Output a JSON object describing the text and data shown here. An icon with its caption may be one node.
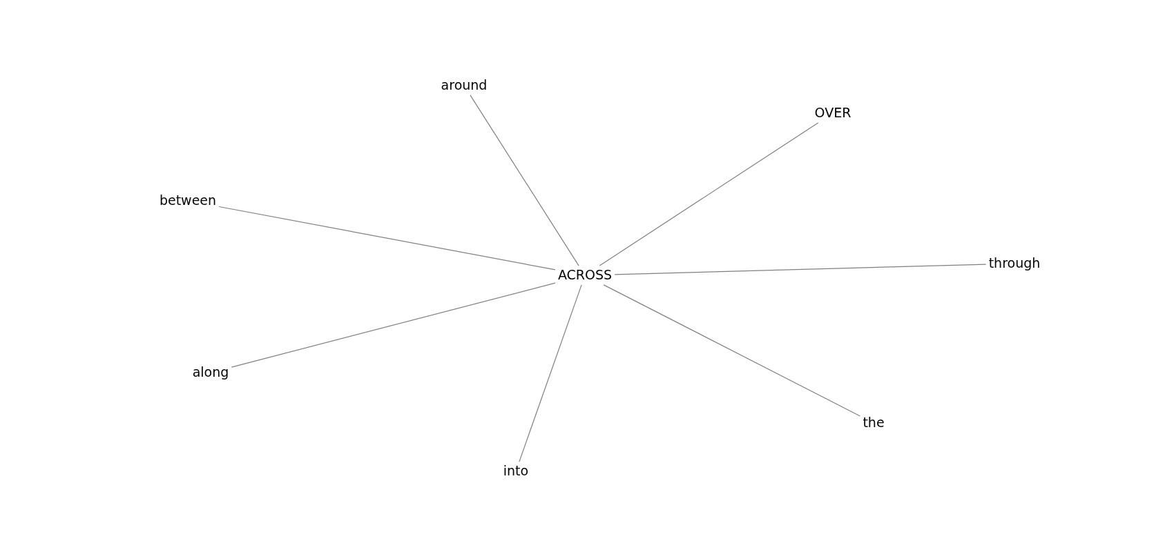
{
  "diagram": {
    "nodes": [
      {
        "text": [
          "around"
        ]
      },
      {
        "text": [
          "OVER"
        ]
      },
      {
        "text": [
          "between"
        ]
      },
      {
        "text": [
          "ACROSS"
        ]
      },
      {
        "text": [
          "through"
        ]
      },
      {
        "text": [
          "along"
        ]
      },
      {
        "text": [
          "the"
        ]
      },
      {
        "text": [
          "into"
        ]
      }
    ],
    "edges": [
      {
        "from": 3,
        "to": 0,
        "arrow": "none"
      },
      {
        "from": 3,
        "to": 1,
        "arrow": "none"
      },
      {
        "from": 3,
        "to": 2,
        "arrow": "none"
      },
      {
        "from": 3,
        "to": 4,
        "arrow": "none"
      },
      {
        "from": 3,
        "to": 5,
        "arrow": "none"
      },
      {
        "from": 3,
        "to": 6,
        "arrow": "none"
      },
      {
        "from": 3,
        "to": 7,
        "arrow": "none"
      }
    ]
  }
}
